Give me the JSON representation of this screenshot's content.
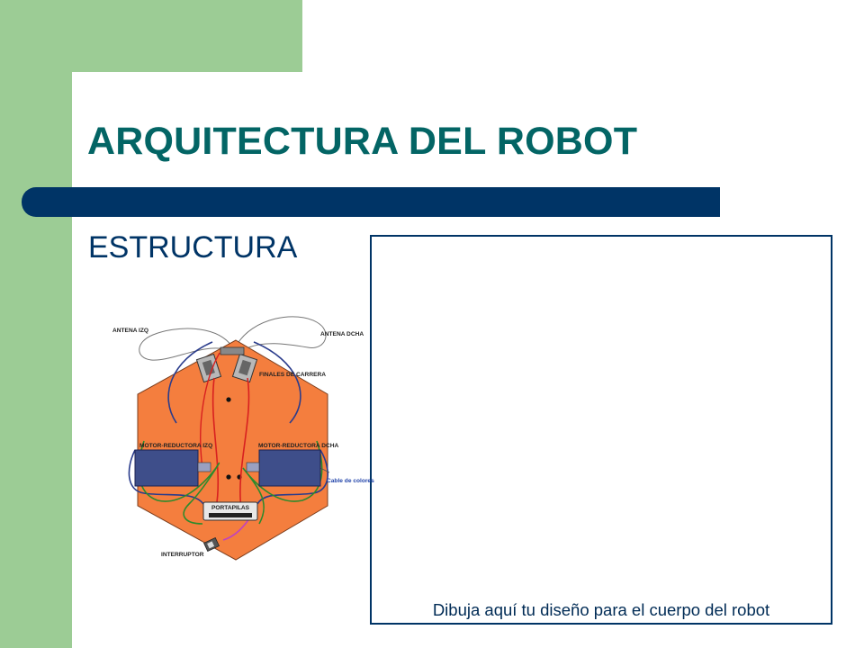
{
  "slide": {
    "title": "ARQUITECTURA DEL ROBOT",
    "subtitle": "ESTRUCTURA",
    "caption": "Dibuja aquí tu diseño para el cuerpo del robot"
  },
  "diagram": {
    "labels": {
      "left_antenna": "ANTENA IZQ",
      "right_antenna": "ANTENA DCHA",
      "limit_switches": "FINALES DE CARRERA",
      "left_motor": "MOTOR-REDUCTORA IZQ",
      "right_motor": "MOTOR-REDUCTORA DCHA",
      "wire": "Cable de colores",
      "battery": "PORTAPILAS",
      "switch": "INTERRUPTOR"
    }
  },
  "colors": {
    "green_accent": "#9ccc95",
    "title": "#036565",
    "navy": "#003466",
    "body_orange": "#f47e3e"
  }
}
